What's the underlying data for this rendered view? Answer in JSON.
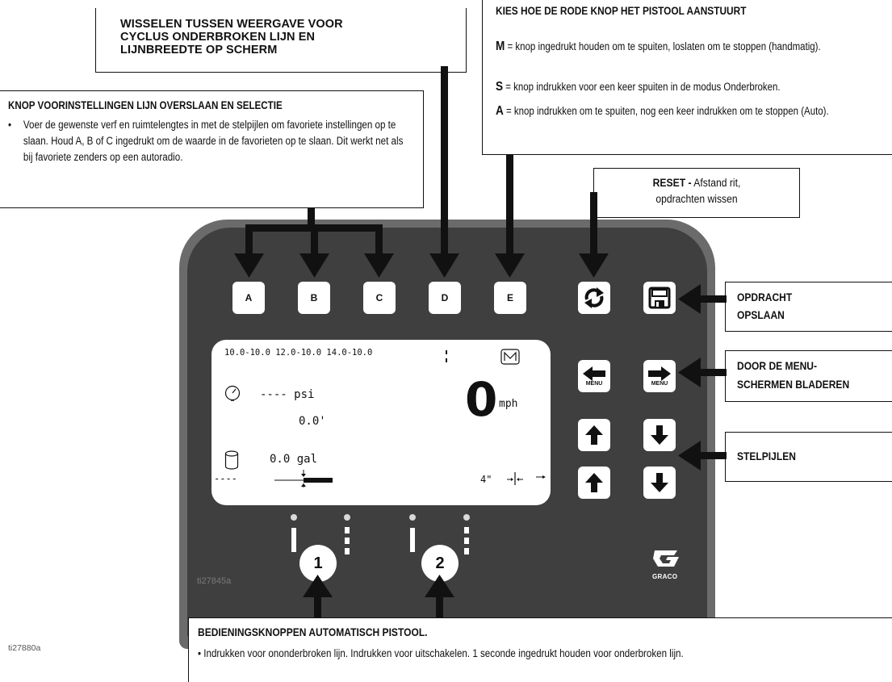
{
  "callouts": {
    "wisselen": "WISSELEN TUSSEN WEERGAVE VOOR CYCLUS ONDERBROKEN LIJN EN LIJNBREEDTE OP SCHERM",
    "kies_title": "KIES HOE DE RODE KNOP HET PISTOOL AANSTUURT",
    "kies_m_key": "M",
    "kies_m_text": "= knop ingedrukt houden om te spuiten, loslaten om te stoppen (handmatig).",
    "kies_s_key": "S",
    "kies_s_text": "= knop indrukken voor een keer spuiten in de modus Onderbroken.",
    "kies_a_key": "A",
    "kies_a_text": "= knop indrukken om te spuiten, nog een keer indrukken om te stoppen (Auto).",
    "knop_title": "KNOP VOORINSTELLINGEN LIJN OVERSLAAN EN SELECTIE",
    "knop_body": "Voer de gewenste verf en ruimtelengtes in met de stelpijlen om favoriete instellingen op te slaan. Houd A, B of C ingedrukt om de waarde in de favorieten op te slaan. Dit werkt net als bij favoriete zenders op een autoradio.",
    "reset_bold": "RESET -",
    "reset_text1": "Afstand rit,",
    "reset_text2": "opdrachten wissen",
    "opdracht_line1": "OPDRACHT",
    "opdracht_line2": "OPSLAAN",
    "door_line1": "DOOR DE MENU-",
    "door_line2": "SCHERMEN BLADEREN",
    "stelpijlen": "STELPIJLEN",
    "bed_title": "BEDIENINGSKNOPPEN AUTOMATISCH PISTOOL.",
    "bed_body": "Indrukken voor ononderbroken lijn. Indrukken voor uitschakelen. 1 seconde ingedrukt houden voor onderbroken lijn."
  },
  "buttons": {
    "a": "A",
    "b": "B",
    "c": "C",
    "d": "D",
    "e": "E",
    "menu_left": "MENU",
    "menu_right": "MENU",
    "gun1": "1",
    "gun2": "2"
  },
  "screen": {
    "presets": "10.0-10.0  12.0-10.0  14.0-10.0",
    "pressure": "---- psi",
    "distance": "0.0'",
    "volume": "0.0 gal",
    "dashes": "----",
    "speed": "0",
    "speed_unit": "mph",
    "line_width": "4\""
  },
  "labels": {
    "panel_id": "ti27845a",
    "figure_id": "ti27880a",
    "brand": "GRACO"
  },
  "colors": {
    "panel_outer": "#6b6b6b",
    "panel_inner": "#3f3f3f"
  }
}
